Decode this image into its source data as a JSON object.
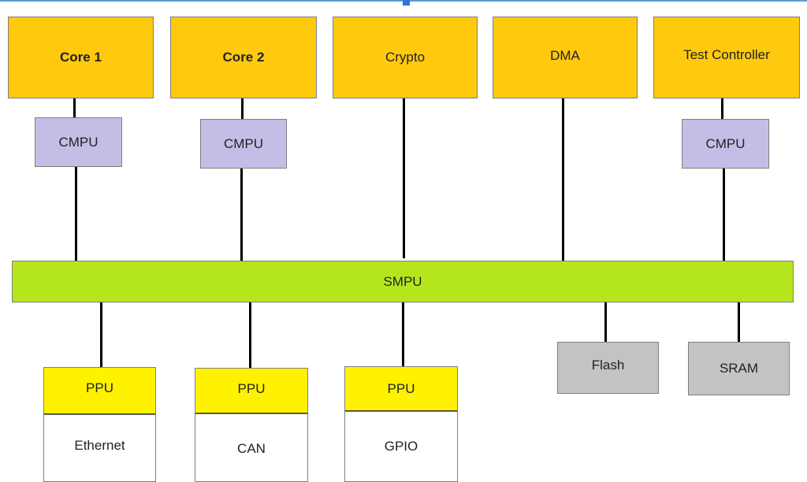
{
  "masters": {
    "core1": "Core 1",
    "core2": "Core 2",
    "crypto": "Crypto",
    "dma": "DMA",
    "test_controller": "Test Controller"
  },
  "cmpu": {
    "core1": "CMPU",
    "core2": "CMPU",
    "test_controller": "CMPU"
  },
  "bus": {
    "label": "SMPU"
  },
  "ppu": {
    "ethernet": "PPU",
    "can": "PPU",
    "gpio": "PPU"
  },
  "peripherals": {
    "ethernet": "Ethernet",
    "can": "CAN",
    "gpio": "GPIO"
  },
  "memories": {
    "flash": "Flash",
    "sram": "SRAM"
  },
  "colors": {
    "master": "#ffc90e",
    "cmpu": "#c6bde6",
    "smpu": "#b5e61d",
    "ppu": "#fff200",
    "memory": "#c3c3c3"
  }
}
